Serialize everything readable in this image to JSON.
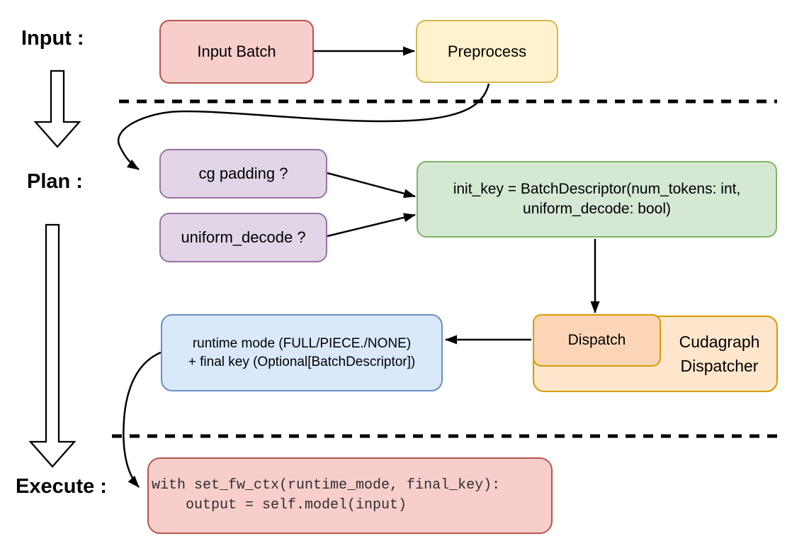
{
  "stages": {
    "input": "Input :",
    "plan": "Plan :",
    "execute": "Execute :"
  },
  "nodes": {
    "input_batch": "Input Batch",
    "preprocess": "Preprocess",
    "cg_padding": "cg padding ?",
    "uniform_decode": "uniform_decode ?",
    "init_key_line1": "init_key = BatchDescriptor(num_tokens: int,",
    "init_key_line2": "uniform_decode: bool)",
    "dispatch": "Dispatch",
    "cudagraph_line1": "Cudagraph",
    "cudagraph_line2": "Dispatcher",
    "runtime_line1": "runtime mode (FULL/PIECE./NONE)",
    "runtime_line2": "+ final key (Optional[BatchDescriptor])",
    "code_line1": "with set_fw_ctx(runtime_mode, final_key):",
    "code_line2": "    output = self.model(input)"
  },
  "colors": {
    "pink_fill": "#f8cecc",
    "pink_stroke": "#b85450",
    "yellow_fill": "#fff2cc",
    "yellow_stroke": "#d6b656",
    "purple_fill": "#e1d5e7",
    "purple_stroke": "#9673a6",
    "green_fill": "#d5e8d4",
    "green_stroke": "#82b366",
    "orange_fill": "#ffe6cc",
    "orange_inner_fill": "#fbd5b5",
    "orange_stroke": "#d79b00",
    "blue_fill": "#dae8fc",
    "blue_stroke": "#6c8ebf",
    "line": "#000000"
  }
}
